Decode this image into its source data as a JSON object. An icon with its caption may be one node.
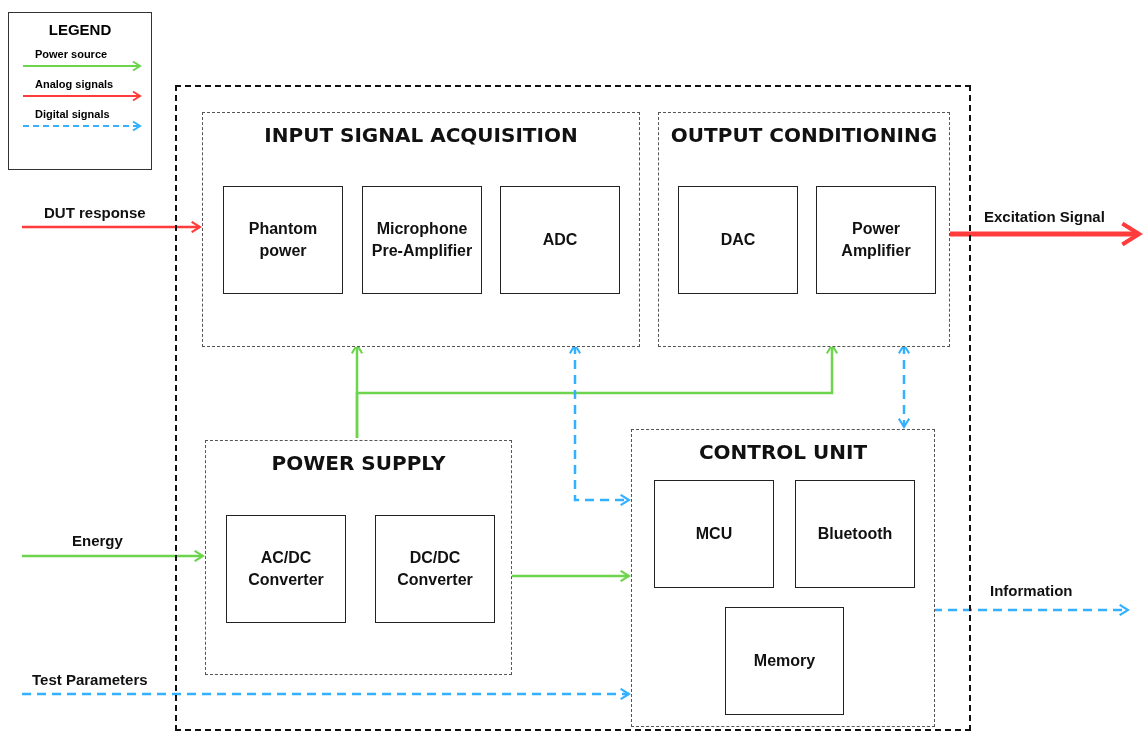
{
  "diagram": {
    "nodes": [
      {
        "text": [],
        "shape": "box"
      },
      {
        "text": [
          "INPUT SIGNAL ACQUISITION"
        ],
        "in": 0
      },
      {
        "text": [
          "Phantom power"
        ],
        "in": 1
      },
      {
        "text": [
          "Microphone Pre-Amplifier"
        ],
        "in": 1
      },
      {
        "text": [
          "ADC"
        ],
        "in": 1
      },
      {
        "text": [
          "OUTPUT CONDITIONING"
        ],
        "in": 0
      },
      {
        "text": [
          "DAC"
        ],
        "in": 5
      },
      {
        "text": [
          "Power Amplifier"
        ],
        "in": 5
      },
      {
        "text": [
          "POWER SUPPLY"
        ],
        "in": 0
      },
      {
        "text": [
          "AC/DC Converter"
        ],
        "in": 8
      },
      {
        "text": [
          "DC/DC Converter"
        ],
        "in": 8
      },
      {
        "text": [
          "CONTROL UNIT"
        ],
        "in": 0
      },
      {
        "text": [
          "MCU"
        ],
        "in": 11
      },
      {
        "text": [
          "Bluetooth"
        ],
        "in": 11
      },
      {
        "text": [
          "Memory"
        ],
        "in": 11
      }
    ],
    "edges": [
      {
        "from": null,
        "to": 1,
        "arrow": "to",
        "label": "DUT response",
        "color": "#ff3b3b"
      },
      {
        "from": 5,
        "to": null,
        "arrow": "to",
        "label": "Excitation Signal",
        "style": "thick",
        "color": "#ff3b3b"
      },
      {
        "from": null,
        "to": 8,
        "arrow": "to",
        "label": "Energy",
        "color": "#6dd44e"
      },
      {
        "from": 8,
        "to": 1,
        "arrow": "to",
        "color": "#6dd44e"
      },
      {
        "from": 8,
        "to": 5,
        "arrow": "to",
        "color": "#6dd44e"
      },
      {
        "from": 1,
        "to": 11,
        "arrow": "both",
        "style": "dashed",
        "color": "#33b1ff"
      },
      {
        "from": 5,
        "to": 11,
        "arrow": "both",
        "style": "dashed",
        "color": "#33b1ff"
      },
      {
        "from": 8,
        "to": 11,
        "arrow": "to",
        "color": "#6dd44e"
      },
      {
        "from": 11,
        "to": null,
        "arrow": "to",
        "label": "Information",
        "style": "dashed",
        "color": "#33b1ff"
      },
      {
        "from": null,
        "to": 11,
        "arrow": "to",
        "label": "Test Parameters",
        "style": "dashed",
        "color": "#33b1ff"
      }
    ],
    "labels": [
      "LEGEND"
    ],
    "legend": [
      {
        "text": "Power source"
      },
      {
        "text": "Analog signals"
      },
      {
        "text": "Digital signals"
      }
    ]
  }
}
